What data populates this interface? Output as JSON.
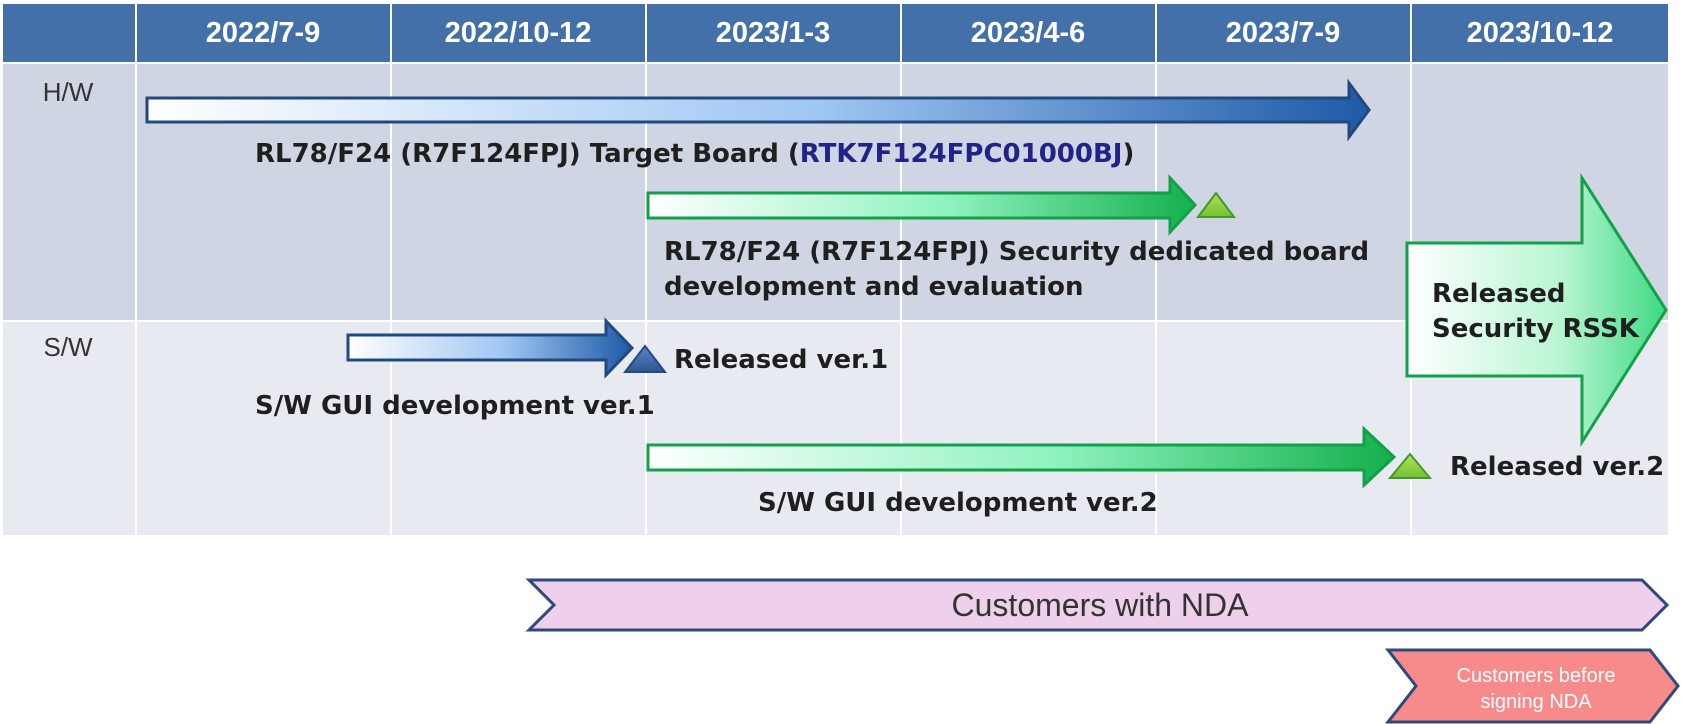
{
  "timeline": {
    "corner_label": "",
    "periods": [
      "2022/7-9",
      "2022/10-12",
      "2023/1-3",
      "2023/4-6",
      "2023/7-9",
      "2023/10-12"
    ]
  },
  "categories": {
    "hw": "H/W",
    "sw": "S/W"
  },
  "hw_items": {
    "target_board_prefix": "RL78/F24 (R7F124FPJ) Target Board (",
    "target_board_part": "RTK7F124FPC01000BJ",
    "target_board_suffix": ")",
    "security_board_line1": "RL78/F24 (R7F124FPJ) Security dedicated board",
    "security_board_line2": "development and evaluation"
  },
  "sw_items": {
    "gui_v1": "S/W GUI development ver.1",
    "released_v1": "Released ver.1",
    "gui_v2": "S/W GUI development ver.2",
    "released_v2": "Released ver.2"
  },
  "release": {
    "line1": "Released",
    "line2": "Security RSSK"
  },
  "audience": {
    "nda": "Customers with NDA",
    "pre_nda_line1": "Customers before",
    "pre_nda_line2": "signing NDA"
  },
  "colors": {
    "header": "#4470AA",
    "hw_band": "#CFD5E3",
    "sw_band": "#E8EAF1",
    "blue_arrow": "#1E5AA6",
    "green_arrow": "#18B050",
    "nda_fill": "#EED0EC",
    "nda_border": "#2E4A7A",
    "pre_nda_fill": "#F78A8A"
  }
}
